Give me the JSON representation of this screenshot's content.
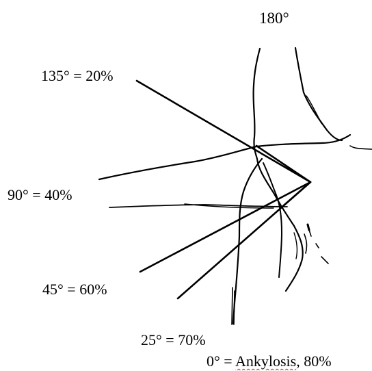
{
  "labels": {
    "top": "180°",
    "a135": "135° = 20%",
    "a90": "90° = 40%",
    "a45": "45° = 60%",
    "a25": "25° = 70%",
    "a0_prefix": "0° = ",
    "a0_word": "Ankylosis",
    "a0_suffix": ", 80%"
  },
  "colors": {
    "line": "#000000",
    "background": "#ffffff",
    "spellcheck": "#cc2222"
  }
}
